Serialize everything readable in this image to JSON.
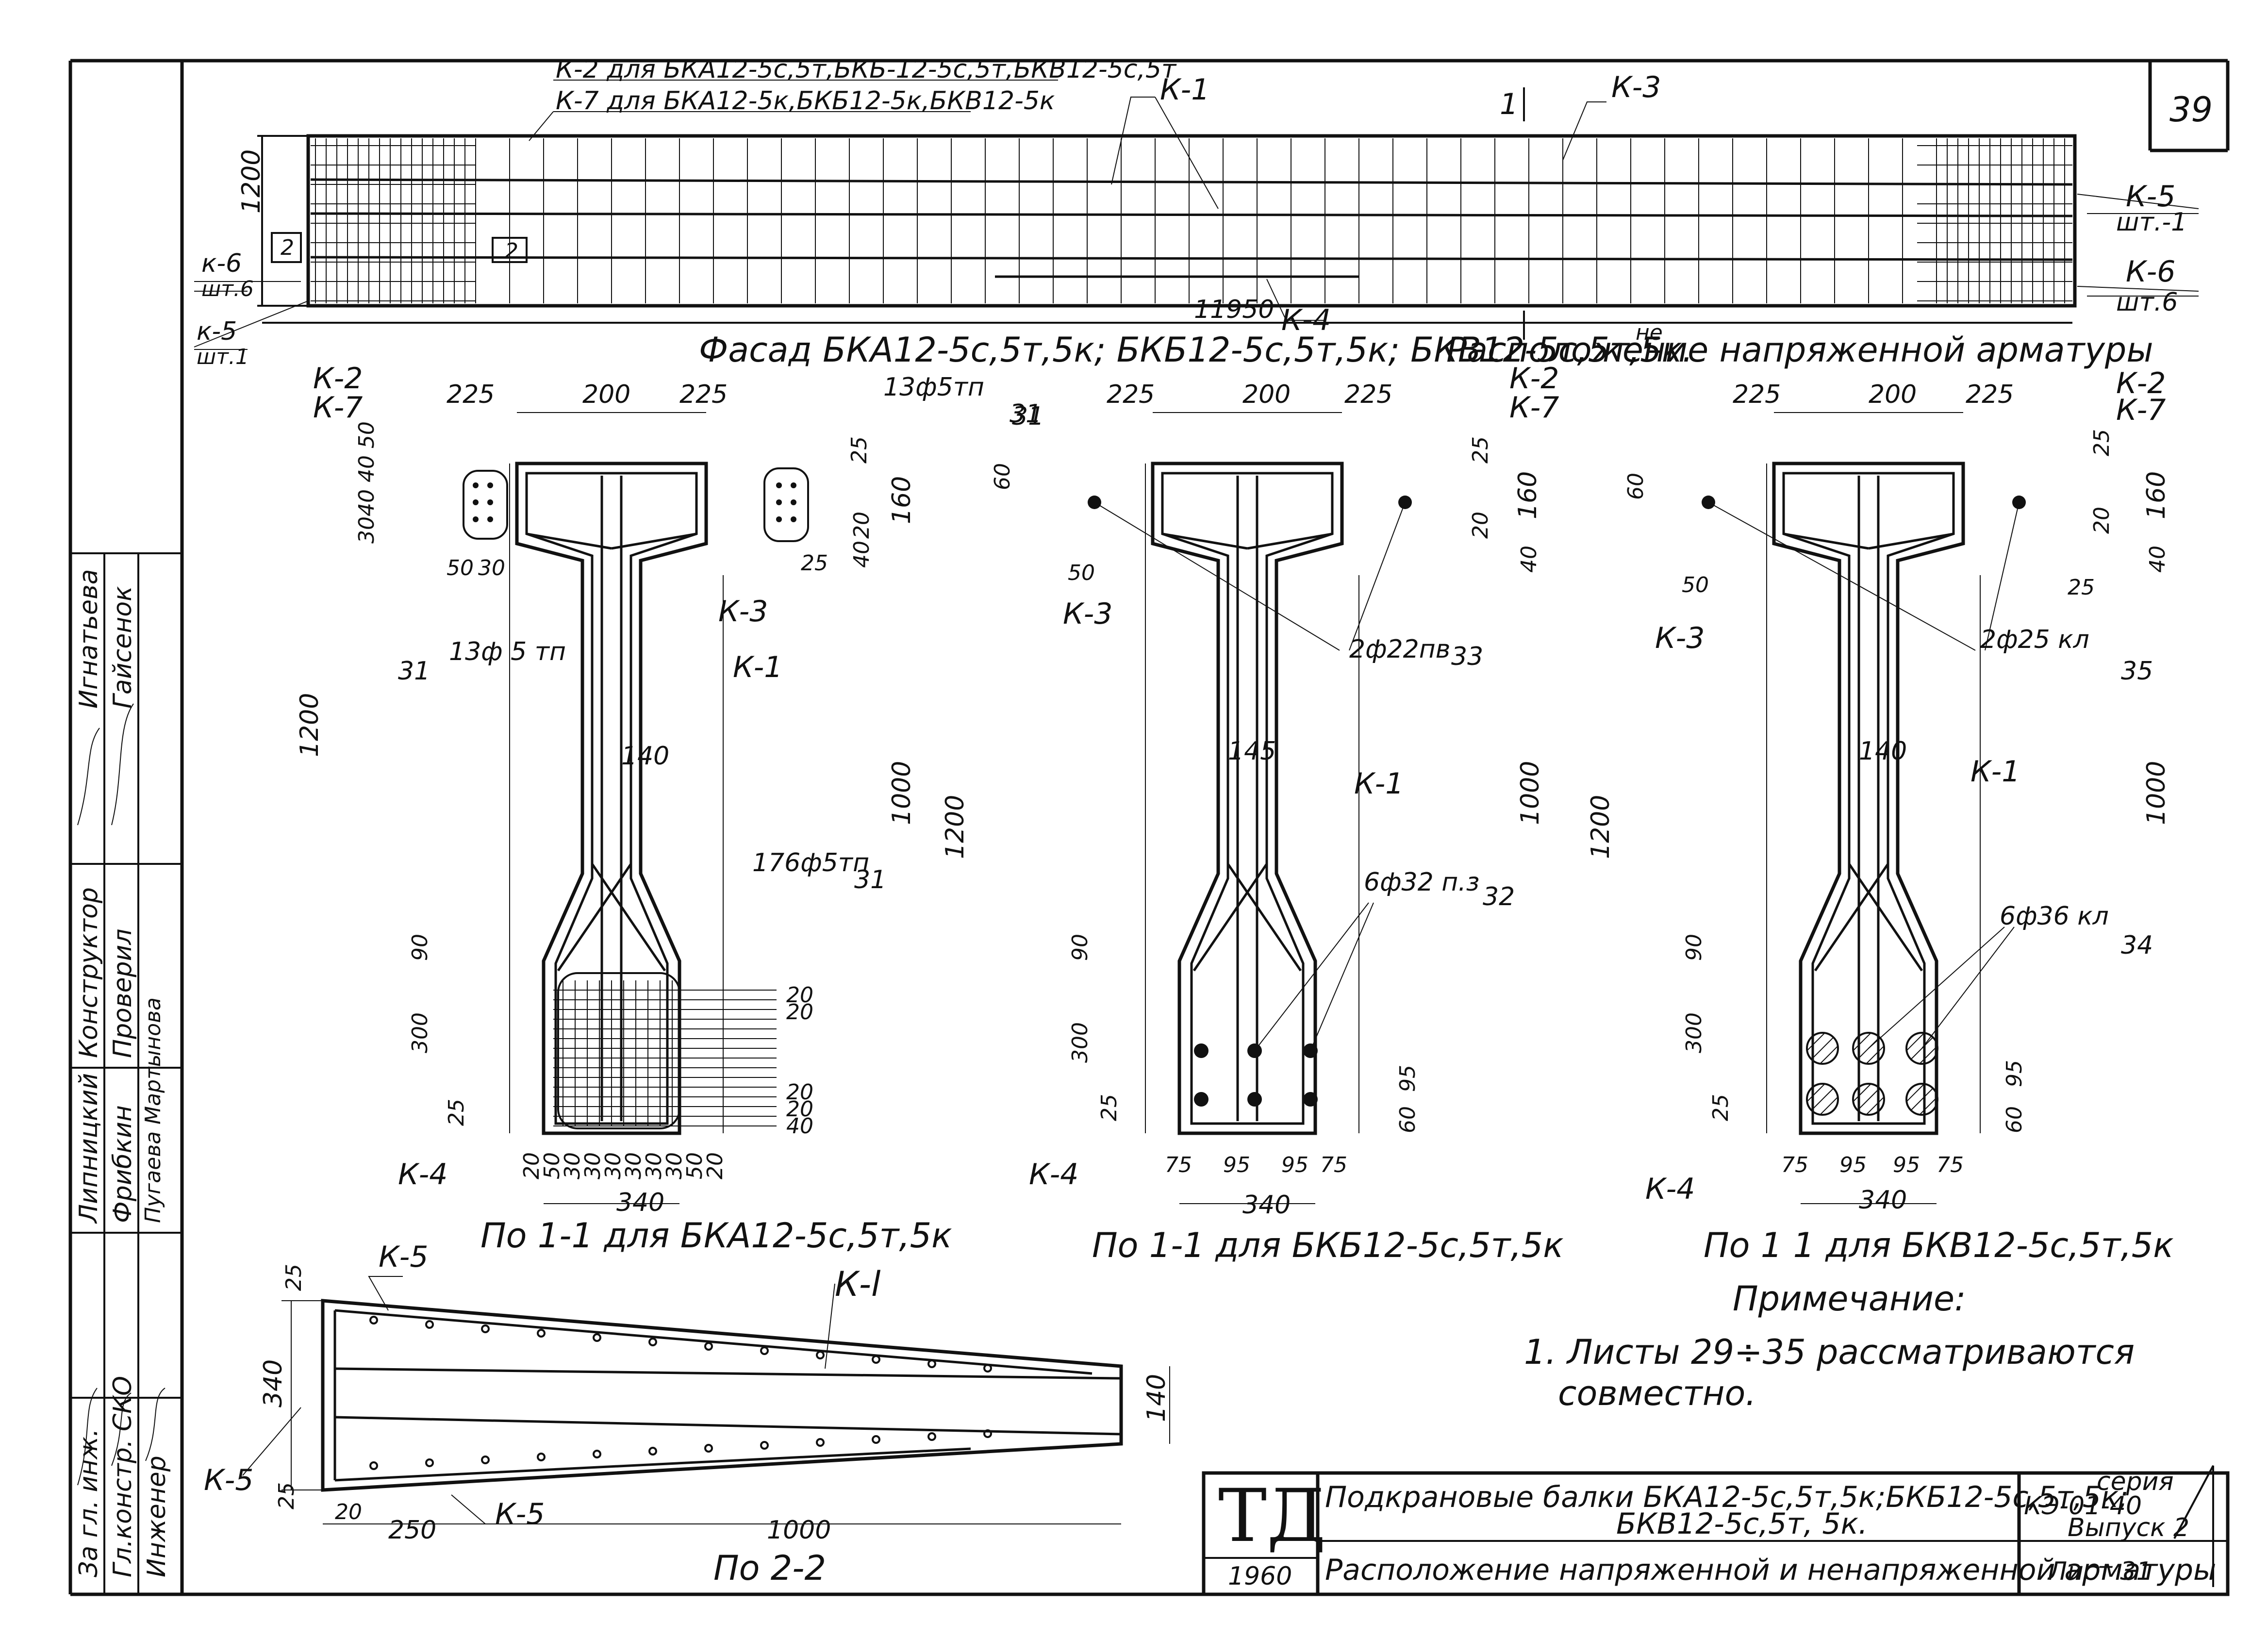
{
  "sheet": {
    "page_number": "39",
    "sheet_label": "Лист 31",
    "series_label": "серия",
    "series_code": "КЭ-01-40",
    "issue": "Выпуск 2",
    "logo": "ТД",
    "year": "1960",
    "title_line1": "Подкрановые балки БКА12-5с,5т,5к;БКБ12-5с,5т,5к;",
    "title_line2": "БКВ12-5с,5т, 5к.",
    "subtitle": "Расположение напряженной и ненапряженной арматуры"
  },
  "stamp": {
    "roles": [
      "За гл. инж.",
      "Гл.констр. СКО",
      "Инженер"
    ],
    "names": [
      "Липницкий",
      "Фрибкин",
      "Пугаева Мартынова"
    ],
    "roles2": [
      "Конструктор",
      "Проверил"
    ],
    "names2": [
      "Игнатьева",
      "Гайсенок"
    ]
  },
  "facade": {
    "section_mark": "1",
    "note_k2": "К-2 для БКА12-5с,5т,БКБ-12-5с,5т,БКВ12-5с,5т",
    "note_k7": "К-7 для БКА12-5к,БКБ12-5к,БКВ12-5к",
    "k1": "К-1",
    "k3": "К-3",
    "k4": "К-4",
    "k5_right": "К-5",
    "k5_right_qty": "шт.-1",
    "k6_right": "К-6",
    "k6_right_qty": "шт.6",
    "k6_left": "к-6",
    "k6_left_qty": "шт.6",
    "k5_left": "к-5",
    "k5_left_qty": "шт.1",
    "height": "1200",
    "length": "11950",
    "cut2": "2",
    "caption": "Фасад БКА12-5с,5т,5к; БКБ12-5с,5т,5к; БКВ12-5с,5т,5к.",
    "caption_right": "Расположение напряженной арматуры",
    "ne_insert": "не"
  },
  "sections": [
    {
      "caption": "По 1-1 для БКА12-5с,5т,5к",
      "top_dims": [
        "225",
        "200",
        "225"
      ],
      "label_k2": "К-2",
      "label_k7": "К-7",
      "label_k3": "К-3",
      "label_k1": "К-1",
      "label_k4": "К-4",
      "top_bars": "13ф5тп",
      "top_bars_mark": "31",
      "side_bars": "13ф 5 тп",
      "side_mark": "31",
      "bottom_bars": "176ф5тп",
      "bottom_mark": "31",
      "web": "140",
      "width": "340",
      "height": "1200",
      "web_height": "1000",
      "flange_dims": [
        "25",
        "160",
        "20",
        "40",
        "25"
      ],
      "left_flange_dims": "3040 40 50",
      "small_dims": [
        "50",
        "30"
      ],
      "haunch": "90",
      "bulb": "300",
      "bottom_cover": "25",
      "grid_right": [
        "20",
        "20",
        "20",
        "20",
        "40"
      ],
      "grid_bottom": [
        "20",
        "50",
        "30",
        "30",
        "30",
        "30",
        "30",
        "30",
        "50",
        "20"
      ]
    },
    {
      "caption": "По 1-1 для БКБ12-5с,5т,5к",
      "top_dims": [
        "225",
        "200",
        "225"
      ],
      "label_k2": "К-2",
      "label_k7": "К-7",
      "label_k3": "К-3",
      "label_k1": "К-1",
      "label_k4": "К-4",
      "top_bars": "2ф22пв",
      "top_mark": "33",
      "bottom_bars": "6ф32 п.з",
      "bottom_mark": "32",
      "corner_mark": "31",
      "web": "145",
      "width": "340",
      "height": "1200",
      "web_height": "1000",
      "flange_dims": [
        "25",
        "160",
        "20",
        "40"
      ],
      "left_dim": "60",
      "small_dim": "50",
      "haunch": "90",
      "bulb": "300",
      "bottom_cover": "25",
      "right_dims": [
        "95",
        "60"
      ],
      "bottom_dims": [
        "75",
        "95",
        "95",
        "75"
      ]
    },
    {
      "caption": "По 1 1 для БКВ12-5с,5т,5к",
      "top_dims": [
        "225",
        "200",
        "225"
      ],
      "label_k2": "К-2",
      "label_k7": "К-7",
      "label_k3": "К-3",
      "label_k1": "К-1",
      "label_k4": "К-4",
      "top_bars": "2ф25 кл",
      "top_mark": "35",
      "bottom_bars": "6ф36 кл",
      "bottom_mark": "34",
      "web": "140",
      "width": "340",
      "height": "1200",
      "web_height": "1000",
      "flange_dims": [
        "25",
        "160",
        "20",
        "40",
        "25"
      ],
      "left_dim": "60",
      "small_dim": "50",
      "haunch": "90",
      "bulb": "300",
      "bottom_cover": "25",
      "right_dims": [
        "95",
        "60"
      ],
      "bottom_dims": [
        "75",
        "95",
        "95",
        "75"
      ]
    }
  ],
  "plan": {
    "caption": "По 2-2",
    "k5_top": "К-5",
    "k1": "К-l",
    "k5_left": "К-5",
    "k5_bottom": "К-5",
    "dims": [
      "25",
      "340",
      "25",
      "20",
      "250",
      "1000",
      "140"
    ]
  },
  "note": {
    "heading": "Примечание:",
    "line1": "1. Листы 29÷35 рассматриваются",
    "line2": "совместно."
  }
}
